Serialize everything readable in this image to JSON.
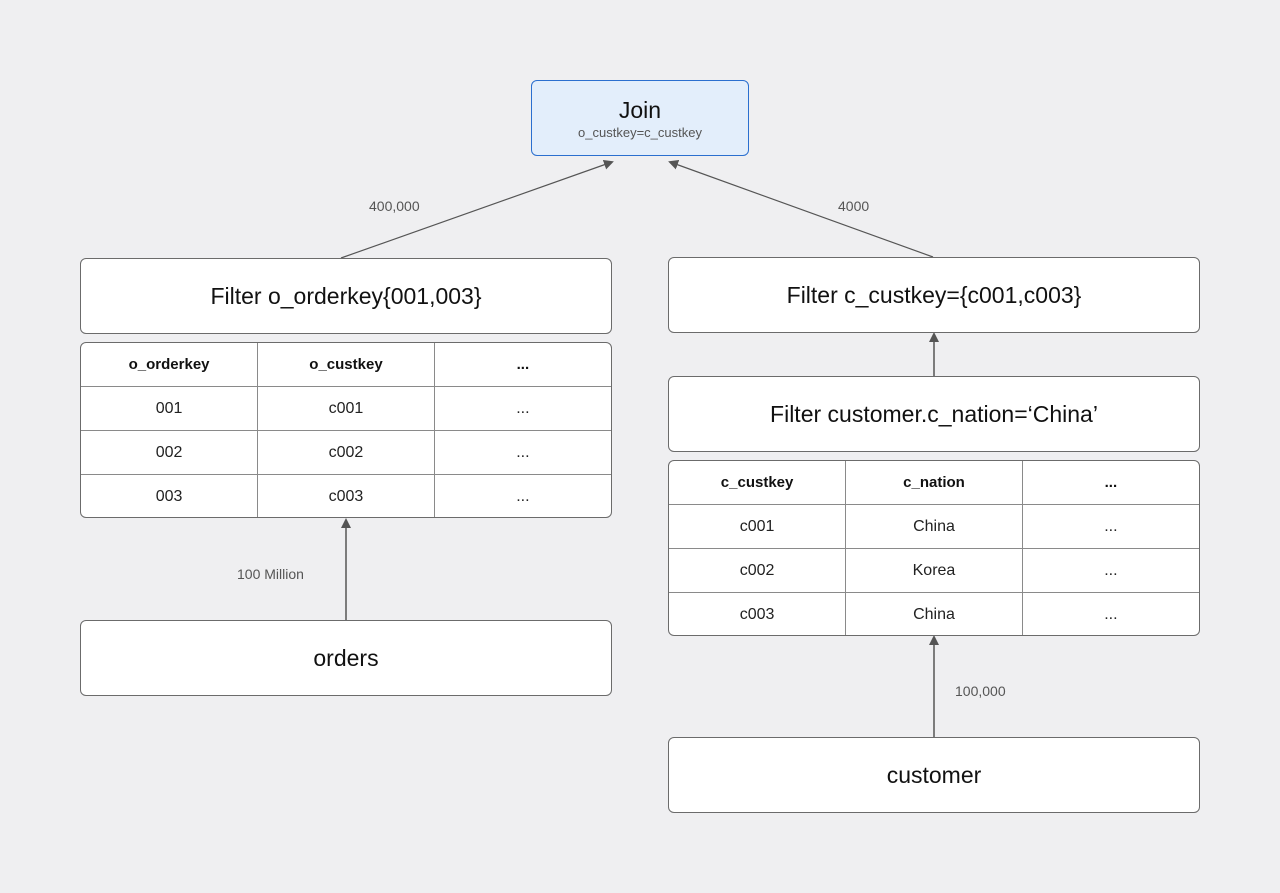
{
  "join": {
    "title": "Join",
    "condition": "o_custkey=c_custkey"
  },
  "left": {
    "filter_label": "Filter o_orderkey{001,003}",
    "source_label": "orders",
    "edge_to_join": "400,000",
    "edge_from_source": "100 Million",
    "table": {
      "headers": [
        "o_orderkey",
        "o_custkey",
        "..."
      ],
      "rows": [
        [
          "001",
          "c001",
          "..."
        ],
        [
          "002",
          "c002",
          "..."
        ],
        [
          "003",
          "c003",
          "..."
        ]
      ]
    }
  },
  "right": {
    "filter_top_label": "Filter c_custkey={c001,c003}",
    "filter_nation_label": "Filter customer.c_nation=‘China’",
    "source_label": "customer",
    "edge_to_join": "4000",
    "edge_from_source": "100,000",
    "table": {
      "headers": [
        "c_custkey",
        "c_nation",
        "..."
      ],
      "rows": [
        [
          "c001",
          "China",
          "..."
        ],
        [
          "c002",
          "Korea",
          "..."
        ],
        [
          "c003",
          "China",
          "..."
        ]
      ]
    }
  },
  "colors": {
    "background": "#efeff1",
    "join_fill": "#e3eefb",
    "join_border": "#2b6fcf",
    "edge": "#555555"
  }
}
